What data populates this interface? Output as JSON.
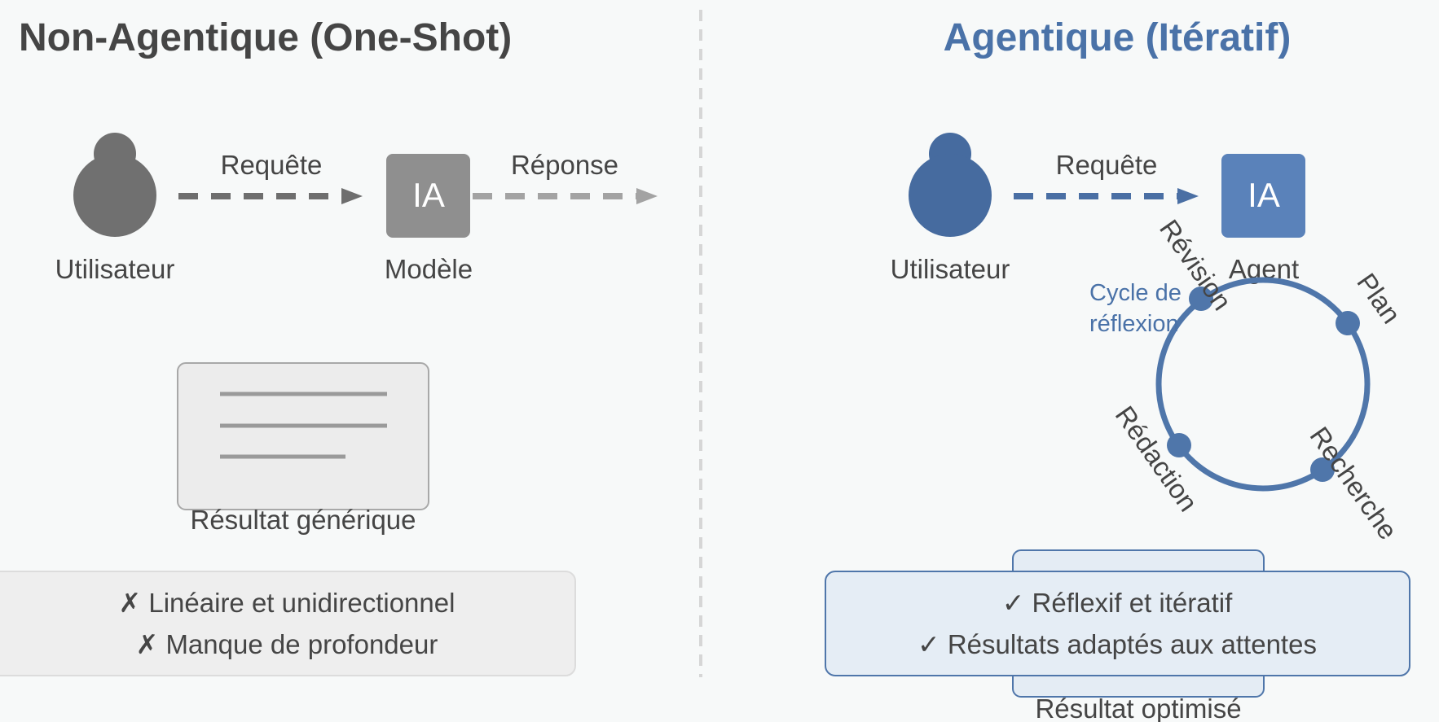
{
  "left": {
    "title": "Non-Agentique (One-Shot)",
    "user_label": "Utilisateur",
    "request_label": "Requête",
    "model_box_text": "IA",
    "model_label": "Modèle",
    "response_label": "Réponse",
    "result_label": "Résultat générique",
    "summary_lines": [
      "✗ Linéaire et unidirectionnel",
      "✗ Manque de profondeur"
    ],
    "color": "#707070"
  },
  "right": {
    "title": "Agentique (Itératif)",
    "user_label": "Utilisateur",
    "request_label": "Requête",
    "agent_box_text": "IA",
    "agent_label": "Agent",
    "cycle_label_line1": "Cycle de",
    "cycle_label_line2": "réflexion",
    "cycle_steps": [
      "Plan",
      "Recherche",
      "Rédaction",
      "Révision"
    ],
    "summary_lines": [
      "✓ Réflexif et itératif",
      "✓ Résultats adaptés aux attentes"
    ],
    "result_label": "Résultat optimisé",
    "color": "#4a72a8"
  }
}
